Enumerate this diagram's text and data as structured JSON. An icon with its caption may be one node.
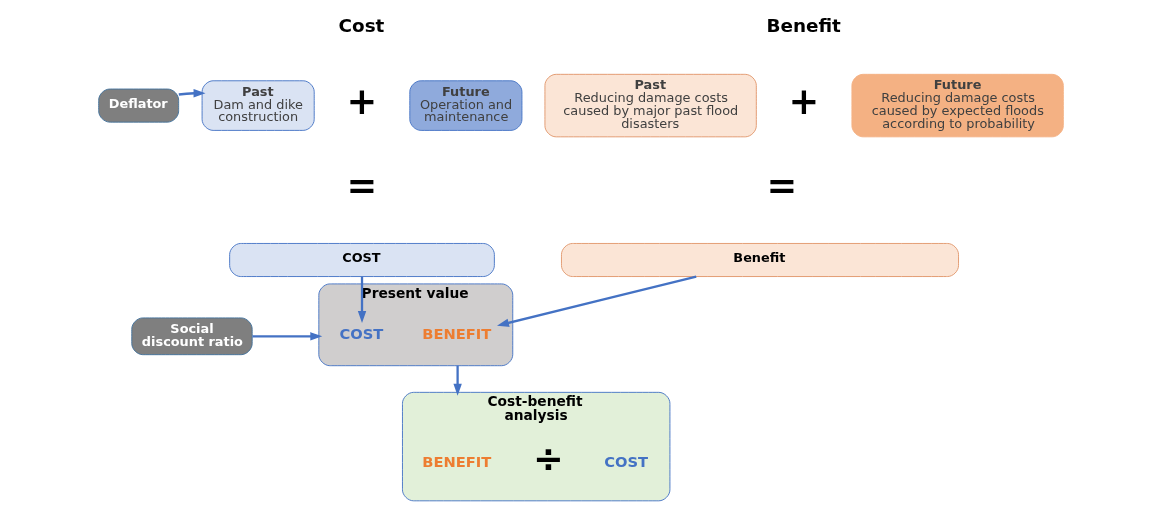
{
  "diagram": {
    "nodes": [
      {
        "text": [
          "Deflator"
        ]
      },
      {
        "text": [
          "Past",
          "Dam and dike construction"
        ]
      },
      {
        "text": [
          "Future",
          "Operation and maintenance"
        ]
      },
      {
        "text": [
          "Past",
          "Reducing damage costs caused by major past flood disasters"
        ]
      },
      {
        "text": [
          "Future",
          "Reducing damage costs caused by expected floods according to probability"
        ]
      },
      {
        "text": [
          "COST"
        ]
      },
      {
        "text": [
          "Benefit"
        ]
      },
      {
        "text": [
          "Social discount ratio"
        ]
      },
      {
        "text": [
          "Present value"
        ]
      },
      {
        "text": [
          "COST"
        ],
        "in": 8
      },
      {
        "text": [
          "BENEFIT"
        ],
        "in": 8
      },
      {
        "text": [
          "Cost-benefit analysis"
        ]
      },
      {
        "text": [
          "BENEFIT"
        ],
        "in": 11
      },
      {
        "text": [
          "COST"
        ],
        "in": 11
      }
    ],
    "edges": [
      {
        "from": 0,
        "to": 1,
        "arrow": "to"
      },
      {
        "from": 5,
        "to": 9,
        "arrow": "to"
      },
      {
        "from": 6,
        "to": 10,
        "arrow": "to"
      },
      {
        "from": 7,
        "to": 8,
        "arrow": "to"
      },
      {
        "from": 8,
        "to": 11,
        "arrow": "to"
      }
    ],
    "labels": [
      "Cost",
      "Benefit",
      "+",
      "+",
      "=",
      "=",
      "÷"
    ]
  }
}
